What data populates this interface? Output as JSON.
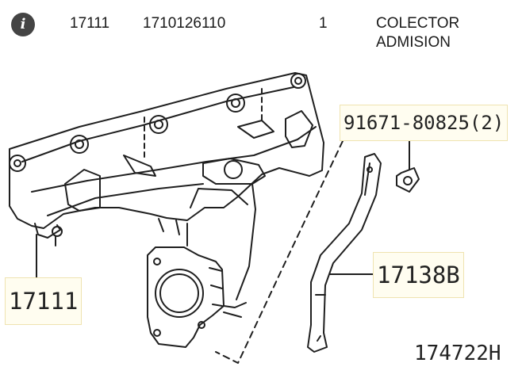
{
  "row": {
    "info_icon": "info-icon",
    "ref": "17111",
    "part_number": "1710126110",
    "quantity": "1",
    "description_line1": "COLECTOR",
    "description_line2": "ADMISION"
  },
  "diagram": {
    "callouts": {
      "bolt": "91671-80825(2)",
      "stay": "17138B",
      "manifold": "17111"
    },
    "figure_code": "174722H"
  }
}
